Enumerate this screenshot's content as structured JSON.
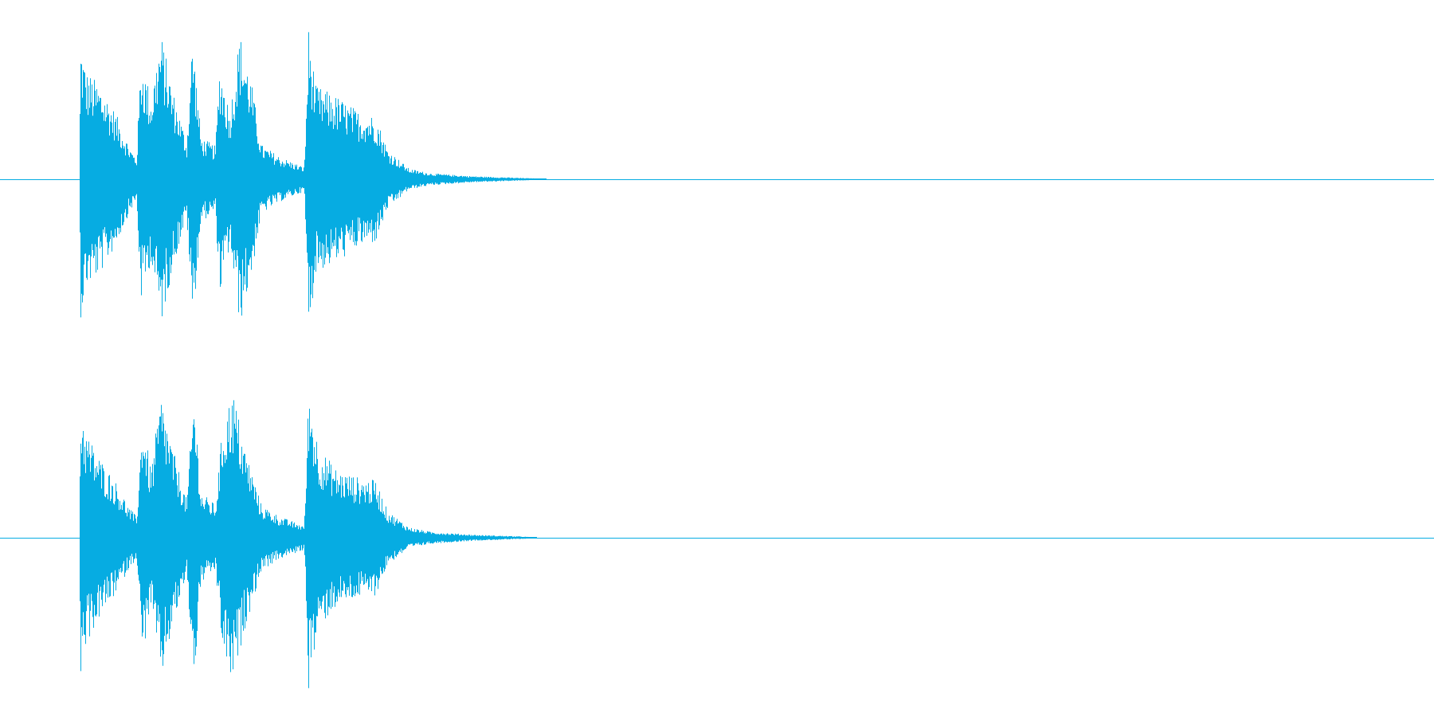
{
  "colors": {
    "background": "#ffffff",
    "waveform": "#06ace2",
    "baseline": "#06ace2"
  },
  "channels": [
    {
      "name": "",
      "envelope": [
        {
          "t": 0.0,
          "peak": 0.0
        },
        {
          "t": 0.055,
          "peak": 0.0
        },
        {
          "t": 0.056,
          "peak": 0.92
        },
        {
          "t": 0.06,
          "peak": 0.72
        },
        {
          "t": 0.07,
          "peak": 0.62
        },
        {
          "t": 0.08,
          "peak": 0.45
        },
        {
          "t": 0.09,
          "peak": 0.22
        },
        {
          "t": 0.095,
          "peak": 0.14
        },
        {
          "t": 0.098,
          "peak": 0.82
        },
        {
          "t": 0.105,
          "peak": 0.55
        },
        {
          "t": 0.112,
          "peak": 0.97
        },
        {
          "t": 0.12,
          "peak": 0.6
        },
        {
          "t": 0.13,
          "peak": 0.25
        },
        {
          "t": 0.134,
          "peak": 0.97
        },
        {
          "t": 0.14,
          "peak": 0.28
        },
        {
          "t": 0.15,
          "peak": 0.22
        },
        {
          "t": 0.153,
          "peak": 0.78
        },
        {
          "t": 0.16,
          "peak": 0.45
        },
        {
          "t": 0.167,
          "peak": 0.97
        },
        {
          "t": 0.175,
          "peak": 0.65
        },
        {
          "t": 0.182,
          "peak": 0.23
        },
        {
          "t": 0.195,
          "peak": 0.15
        },
        {
          "t": 0.212,
          "peak": 0.08
        },
        {
          "t": 0.215,
          "peak": 1.0
        },
        {
          "t": 0.22,
          "peak": 0.62
        },
        {
          "t": 0.235,
          "peak": 0.55
        },
        {
          "t": 0.25,
          "peak": 0.45
        },
        {
          "t": 0.262,
          "peak": 0.42
        },
        {
          "t": 0.27,
          "peak": 0.2
        },
        {
          "t": 0.285,
          "peak": 0.07
        },
        {
          "t": 0.3,
          "peak": 0.04
        },
        {
          "t": 0.33,
          "peak": 0.02
        },
        {
          "t": 0.36,
          "peak": 0.01
        },
        {
          "t": 0.39,
          "peak": 0.0
        },
        {
          "t": 1.0,
          "peak": 0.0
        }
      ]
    },
    {
      "name": "",
      "envelope": [
        {
          "t": 0.0,
          "peak": 0.0
        },
        {
          "t": 0.055,
          "peak": 0.0
        },
        {
          "t": 0.056,
          "peak": 0.92
        },
        {
          "t": 0.06,
          "peak": 0.7
        },
        {
          "t": 0.07,
          "peak": 0.52
        },
        {
          "t": 0.08,
          "peak": 0.38
        },
        {
          "t": 0.09,
          "peak": 0.2
        },
        {
          "t": 0.095,
          "peak": 0.14
        },
        {
          "t": 0.099,
          "peak": 0.8
        },
        {
          "t": 0.105,
          "peak": 0.45
        },
        {
          "t": 0.112,
          "peak": 0.95
        },
        {
          "t": 0.12,
          "peak": 0.6
        },
        {
          "t": 0.13,
          "peak": 0.25
        },
        {
          "t": 0.135,
          "peak": 0.98
        },
        {
          "t": 0.14,
          "peak": 0.3
        },
        {
          "t": 0.15,
          "peak": 0.22
        },
        {
          "t": 0.155,
          "peak": 0.75
        },
        {
          "t": 0.162,
          "peak": 0.99
        },
        {
          "t": 0.17,
          "peak": 0.62
        },
        {
          "t": 0.182,
          "peak": 0.22
        },
        {
          "t": 0.195,
          "peak": 0.14
        },
        {
          "t": 0.212,
          "peak": 0.08
        },
        {
          "t": 0.215,
          "peak": 1.0
        },
        {
          "t": 0.222,
          "peak": 0.6
        },
        {
          "t": 0.235,
          "peak": 0.45
        },
        {
          "t": 0.25,
          "peak": 0.4
        },
        {
          "t": 0.262,
          "peak": 0.38
        },
        {
          "t": 0.27,
          "peak": 0.18
        },
        {
          "t": 0.285,
          "peak": 0.07
        },
        {
          "t": 0.3,
          "peak": 0.04
        },
        {
          "t": 0.33,
          "peak": 0.02
        },
        {
          "t": 0.36,
          "peak": 0.01
        },
        {
          "t": 0.38,
          "peak": 0.0
        },
        {
          "t": 1.0,
          "peak": 0.0
        }
      ]
    }
  ]
}
